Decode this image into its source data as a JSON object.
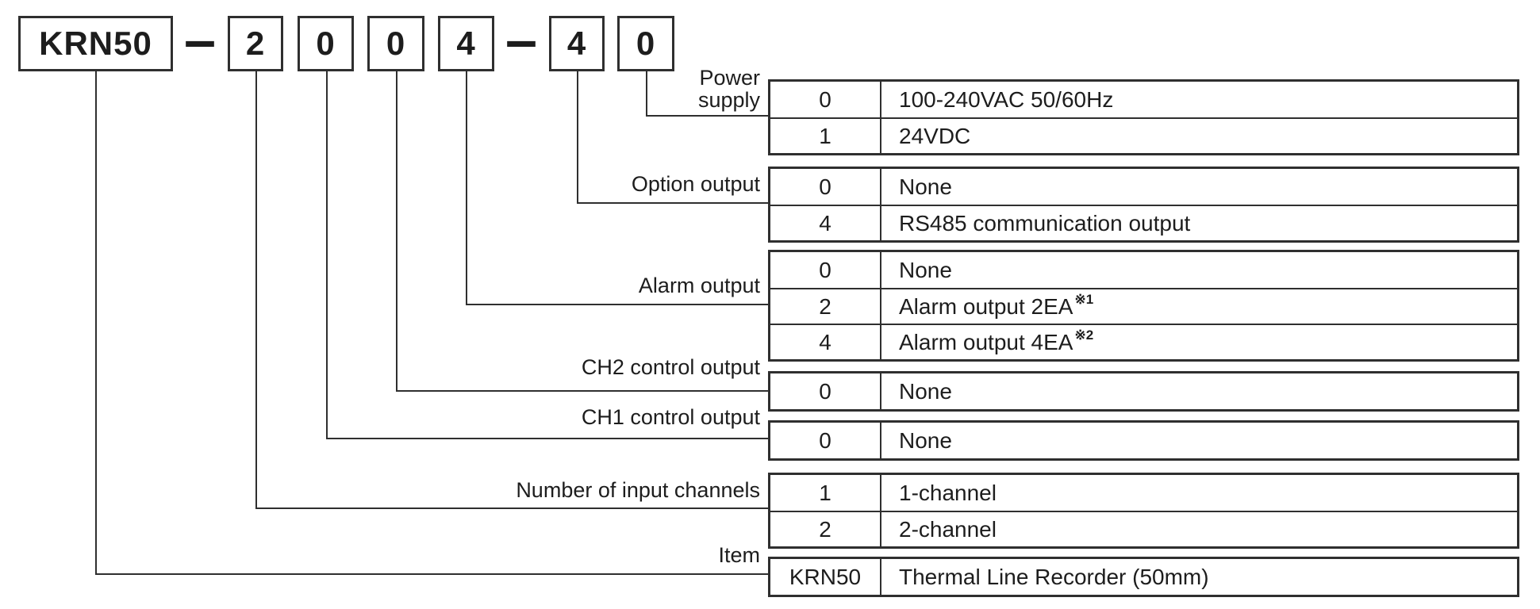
{
  "code_boxes": [
    {
      "text": "KRN50"
    },
    {
      "text": "2"
    },
    {
      "text": "0"
    },
    {
      "text": "0"
    },
    {
      "text": "4"
    },
    {
      "text": "4"
    },
    {
      "text": "0"
    }
  ],
  "separators": [
    "–",
    "–"
  ],
  "sections": [
    {
      "label": "Power supply",
      "rows": [
        {
          "code": "0",
          "desc": "100-240VAC 50/60Hz"
        },
        {
          "code": "1",
          "desc": "24VDC"
        }
      ]
    },
    {
      "label": "Option output",
      "rows": [
        {
          "code": "0",
          "desc": "None"
        },
        {
          "code": "4",
          "desc": "RS485 communication output"
        }
      ]
    },
    {
      "label": "Alarm output",
      "rows": [
        {
          "code": "0",
          "desc": "None"
        },
        {
          "code": "2",
          "desc": "Alarm output 2EA",
          "sup": "※1"
        },
        {
          "code": "4",
          "desc": "Alarm output 4EA",
          "sup": "※2"
        }
      ]
    },
    {
      "label": "CH2 control output",
      "rows": [
        {
          "code": "0",
          "desc": "None"
        }
      ]
    },
    {
      "label": "CH1 control output",
      "rows": [
        {
          "code": "0",
          "desc": "None"
        }
      ]
    },
    {
      "label": "Number of input channels",
      "rows": [
        {
          "code": "1",
          "desc": "1-channel"
        },
        {
          "code": "2",
          "desc": "2-channel"
        }
      ]
    },
    {
      "label": "Item",
      "rows": [
        {
          "code": "KRN50",
          "desc": "Thermal Line Recorder (50mm)"
        }
      ]
    }
  ],
  "colors": {
    "line": "#2f2f2f",
    "text": "#1d1d1d",
    "background": "#ffffff"
  }
}
